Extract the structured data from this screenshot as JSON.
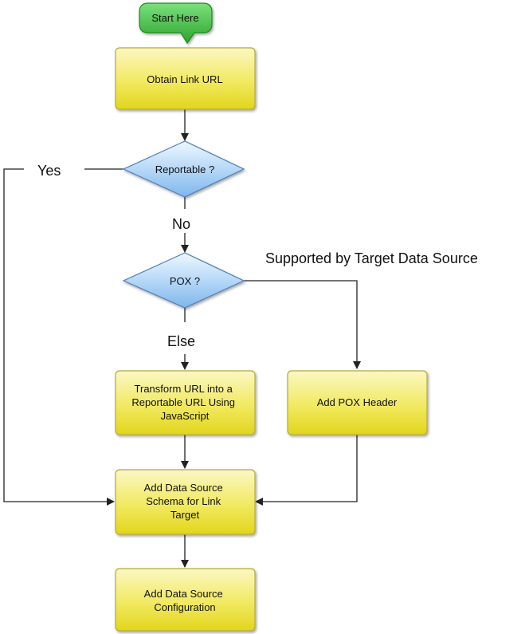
{
  "start": {
    "label": "Start Here"
  },
  "nodes": {
    "obtain": {
      "lines": [
        "Obtain Link URL"
      ]
    },
    "reportable": {
      "lines": [
        "Reportable ?"
      ]
    },
    "pox": {
      "lines": [
        "POX ?"
      ]
    },
    "transform": {
      "lines": [
        "Transform URL into a",
        "Reportable URL Using",
        "JavaScript"
      ]
    },
    "add_pox": {
      "lines": [
        "Add POX Header"
      ]
    },
    "schema": {
      "lines": [
        "Add Data Source",
        "Schema for Link",
        "Target"
      ]
    },
    "config": {
      "lines": [
        "Add Data Source",
        "Configuration"
      ]
    }
  },
  "edge_labels": {
    "yes": "Yes",
    "no": "No",
    "else": "Else",
    "supported": "Supported by Target Data Source"
  },
  "colors": {
    "process_fill_top": "#fbf7c4",
    "process_fill_bottom": "#e6dc1f",
    "process_stroke": "#b3aa3d",
    "decision_fill_top": "#e8f4ff",
    "decision_fill_bottom": "#8cc0f2",
    "decision_stroke": "#4d7fb3",
    "start_fill": "#3fbf3f",
    "start_stroke": "#1e8a1e"
  }
}
